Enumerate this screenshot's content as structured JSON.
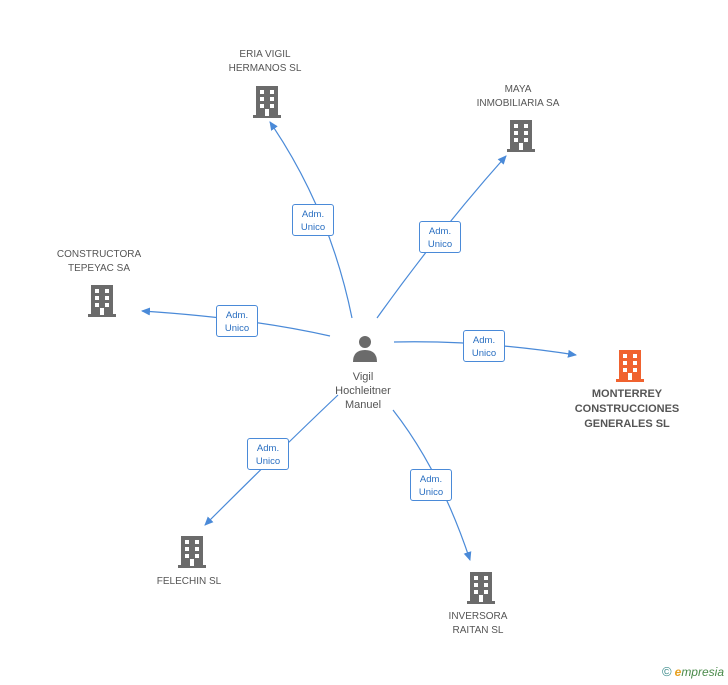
{
  "person": {
    "name": "Vigil\nHochleitner\nManuel",
    "icon": "person-icon"
  },
  "role": {
    "line1": "Adm.",
    "line2": "Unico"
  },
  "companies": [
    {
      "key": "eria",
      "label": "ERIA VIGIL\nHERMANOS SL",
      "icon": "building-icon",
      "highlighted": false
    },
    {
      "key": "maya",
      "label": "MAYA\nINMOBILIARIA SA",
      "icon": "building-icon",
      "highlighted": false
    },
    {
      "key": "constructora",
      "label": "CONSTRUCTORA\nTEPEYAC SA",
      "icon": "building-icon",
      "highlighted": false
    },
    {
      "key": "monterrey",
      "label": "MONTERREY\nCONSTRUCCIONES\nGENERALES SL",
      "icon": "building-icon",
      "highlighted": true
    },
    {
      "key": "felechin",
      "label": "FELECHIN SL",
      "icon": "building-icon",
      "highlighted": false
    },
    {
      "key": "inversora",
      "label": "INVERSORA\nRAITAN SL",
      "icon": "building-icon",
      "highlighted": false
    }
  ],
  "colors": {
    "edge": "#4a8ad8",
    "building": "#6b6b6b",
    "highlight": "#f0622f",
    "person": "#6b6b6b"
  },
  "footer": {
    "copyright": "©",
    "brand_initial": "e",
    "brand_rest": "mpresia"
  }
}
